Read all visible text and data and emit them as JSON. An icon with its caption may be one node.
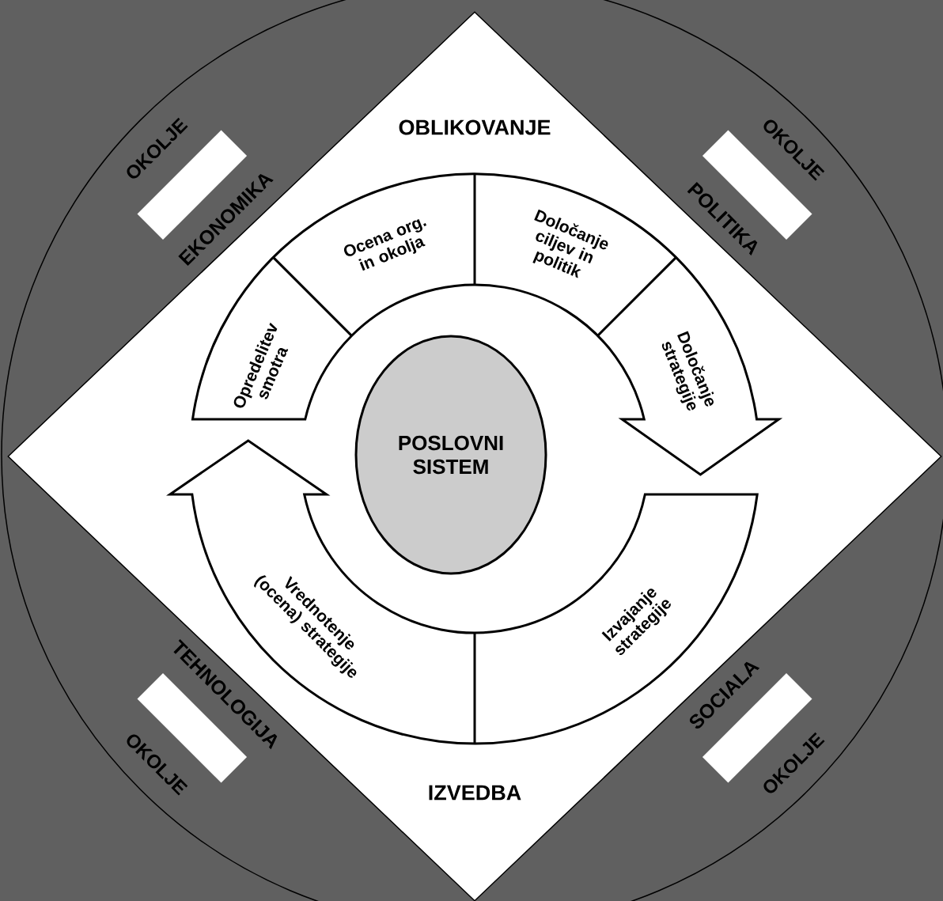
{
  "diagram": {
    "nodes": [
      {
        "text": [
          "OBLIKOVANJE",
          "IZVEDBA"
        ]
      },
      {
        "text": [],
        "shape": "arrow",
        "in": 0
      },
      {
        "text": [
          "Opredelitev smotra"
        ],
        "in": 1
      },
      {
        "text": [
          "Ocena org. in okolja"
        ],
        "in": 1
      },
      {
        "text": [
          "Določanje ciljev in politik"
        ],
        "in": 1
      },
      {
        "text": [
          "Določanje strategije"
        ],
        "in": 1
      },
      {
        "text": [],
        "shape": "arrow",
        "in": 0
      },
      {
        "text": [
          "Vrednotenje (ocena) strategije"
        ],
        "in": 6
      },
      {
        "text": [
          "Izvajanje strategije"
        ],
        "in": 6
      },
      {
        "text": [
          "POSLOVNI SISTEM"
        ],
        "in": 0
      },
      {
        "text": [],
        "shape": "box"
      },
      {
        "text": [],
        "shape": "box"
      },
      {
        "text": [],
        "shape": "box"
      },
      {
        "text": [],
        "shape": "box"
      }
    ],
    "edges": [],
    "labels": [
      "OKOLJE",
      "EKONOMIKA",
      "OKOLJE",
      "POLITIKA",
      "TEHNOLOGIJA",
      "OKOLJE",
      "SOCIALA",
      "OKOLJE"
    ]
  }
}
